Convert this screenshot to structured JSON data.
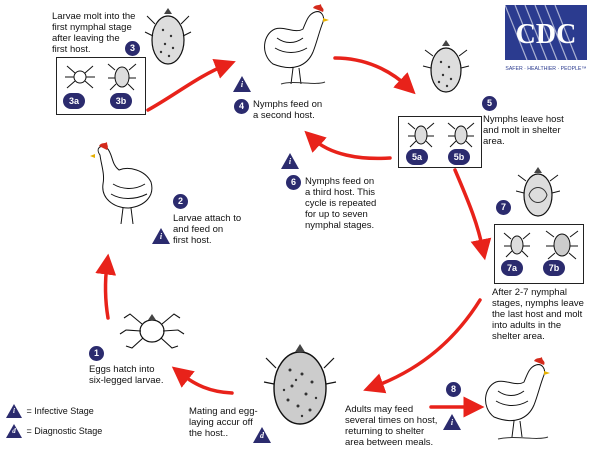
{
  "logo": {
    "text": "CDC",
    "tagline": "SAFER · HEALTHIER · PEOPLE™",
    "color": "#2b3b8f"
  },
  "colors": {
    "arrow": "#e8221a",
    "badge": "#2b2b6e"
  },
  "steps": {
    "s1": {
      "num": "1",
      "text": [
        "Eggs hatch into",
        "six-legged larvae."
      ]
    },
    "s2": {
      "num": "2",
      "text": [
        "Larvae attach to",
        "and feed on",
        "first host."
      ]
    },
    "s3": {
      "num": "3",
      "text": [
        "Larvae molt into the",
        "first nymphal stage",
        "after leaving the",
        "first host."
      ],
      "sub_a": "3a",
      "sub_b": "3b"
    },
    "s4": {
      "num": "4",
      "text": [
        "Nymphs feed on",
        "a second host."
      ]
    },
    "s5": {
      "num": "5",
      "text": [
        "Nymphs leave host",
        "and molt in shelter",
        "area."
      ],
      "sub_a": "5a",
      "sub_b": "5b"
    },
    "s6": {
      "num": "6",
      "text": [
        "Nymphs feed on",
        "a third host.  This",
        "cycle is repeated",
        "for up to seven",
        "nymphal stages."
      ]
    },
    "s7": {
      "num": "7",
      "text": [
        "After 2-7 nymphal",
        "stages, nymphs leave",
        "the last host and molt",
        "into adults in the",
        "shelter area."
      ],
      "sub_a": "7a",
      "sub_b": "7b"
    },
    "s8": {
      "num": "8",
      "text": [
        "Adults may feed",
        "several times on host,",
        "returning to shelter",
        "area between meals."
      ]
    },
    "mating": {
      "text": [
        "Mating and egg-",
        "laying accur off",
        "the host.."
      ]
    }
  },
  "legend": {
    "infective": {
      "symbol": "i",
      "label": "= Infective Stage"
    },
    "diagnostic": {
      "symbol": "d",
      "label": "= Diagnostic Stage"
    }
  },
  "icons": [
    "hen-icon",
    "tick-icon",
    "larva-icon",
    "nymph-icon",
    "adult-tick-icon"
  ]
}
